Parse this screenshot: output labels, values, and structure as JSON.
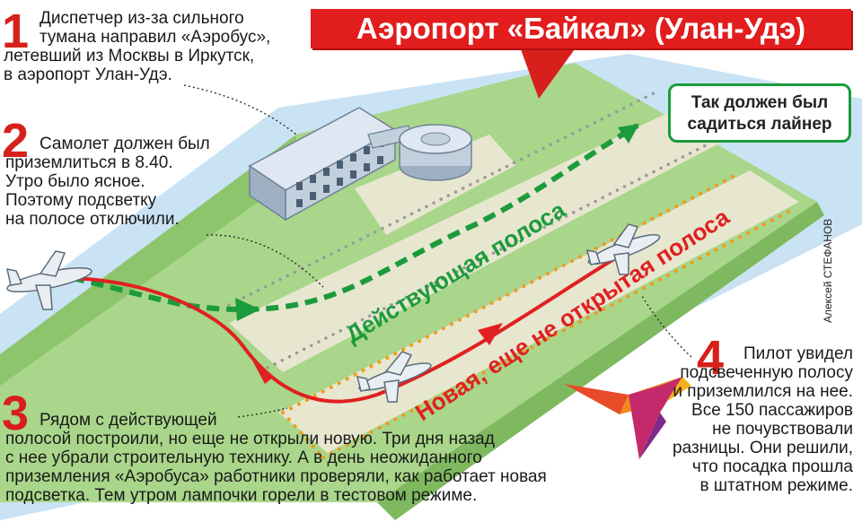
{
  "title": "Аэропорт «Байкал» (Улан-Удэ)",
  "callout": [
    "Так должен был",
    "садиться лайнер"
  ],
  "credit": "Алексей СТЕФАНОВ",
  "runways": {
    "active_label": "Действующая полоса",
    "new_label": "Новая, еще не открытая полоса"
  },
  "steps": [
    {
      "number": "1",
      "lines": [
        "Диспетчер из-за сильного",
        "тумана  направил «Аэробус»,",
        "летевший из Москвы в Иркутск,",
        "в аэропорт Улан-Удэ."
      ]
    },
    {
      "number": "2",
      "lines": [
        "Самолет должен был",
        "приземлиться в 8.40.",
        "Утро было ясное.",
        "Поэтому подсветку",
        "на полосе отключили."
      ]
    },
    {
      "number": "3",
      "lines": [
        "Рядом с действующей",
        "полосой построили, но еще не открыли новую. Три дня назад",
        "с нее убрали строительную технику. А в день неожиданного",
        "приземления «Аэробуса» работники проверяли, как работает новая",
        "подсветка. Тем утром лампочки горели в тестовом режиме."
      ]
    },
    {
      "number": "4",
      "lines": [
        "Пилот увидел",
        "подсвеченную полосу",
        "и приземлился на нее.",
        "Все 150 пассажиров",
        "не почувствовали",
        "разницы. Они решили,",
        "что посадка прошла",
        "в штатном режиме."
      ]
    }
  ],
  "colors": {
    "accent_red": "#e11d1d",
    "step_number": "#d7201b",
    "active_path": "#1c9b3c",
    "actual_path": "#e02020",
    "grass": "#a9d68a",
    "water": "#c9e3f4",
    "runway": "#e7e6cf",
    "lights_active": "#9a9a9a",
    "lights_new": "#f29a1b"
  },
  "icons": [
    "building-icon",
    "airplane-icon",
    "bird-logo-icon"
  ]
}
